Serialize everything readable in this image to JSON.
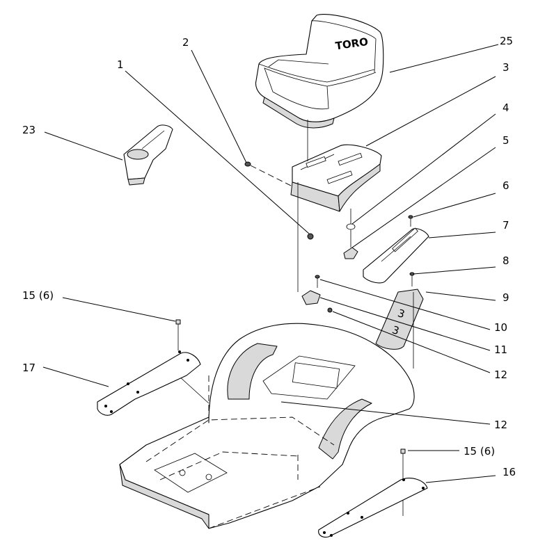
{
  "diagram": {
    "brand_logo_text": "TORO",
    "callouts": [
      {
        "id": "c-25",
        "text": "25"
      },
      {
        "id": "c-3",
        "text": "3"
      },
      {
        "id": "c-4",
        "text": "4"
      },
      {
        "id": "c-5",
        "text": "5"
      },
      {
        "id": "c-6",
        "text": "6"
      },
      {
        "id": "c-7",
        "text": "7"
      },
      {
        "id": "c-8",
        "text": "8"
      },
      {
        "id": "c-9",
        "text": "9"
      },
      {
        "id": "c-10",
        "text": "10"
      },
      {
        "id": "c-11",
        "text": "11"
      },
      {
        "id": "c-12a",
        "text": "12"
      },
      {
        "id": "c-12b",
        "text": "12"
      },
      {
        "id": "c-2",
        "text": "2"
      },
      {
        "id": "c-1",
        "text": "1"
      },
      {
        "id": "c-23",
        "text": "23"
      },
      {
        "id": "c-15a",
        "text": "15 (6)"
      },
      {
        "id": "c-17",
        "text": "17"
      },
      {
        "id": "c-15b",
        "text": "15 (6)"
      },
      {
        "id": "c-16",
        "text": "16"
      }
    ]
  }
}
